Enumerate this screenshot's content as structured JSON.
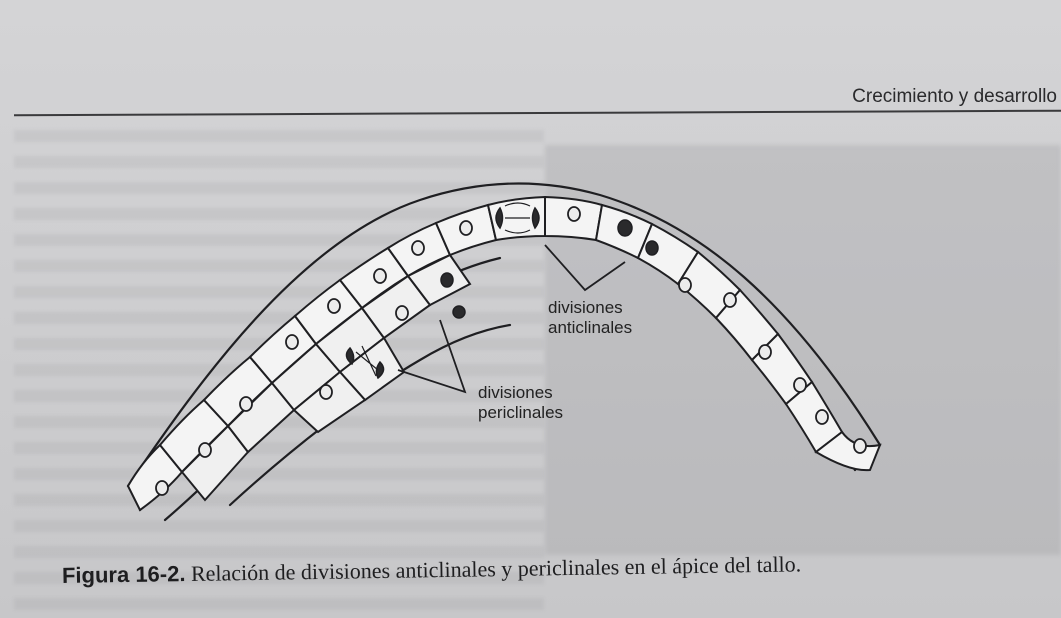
{
  "header": {
    "title": "Crecimiento y desarrollo"
  },
  "figure": {
    "labels": {
      "anticlinal_line1": "divisiones",
      "anticlinal_line2": "anticlinales",
      "periclinal_line1": "divisiones",
      "periclinal_line2": "periclinales"
    }
  },
  "caption": {
    "number": "Figura 16-2.",
    "text": "Relación de divisiones anticlinales y periclinales en el ápice del tallo."
  }
}
